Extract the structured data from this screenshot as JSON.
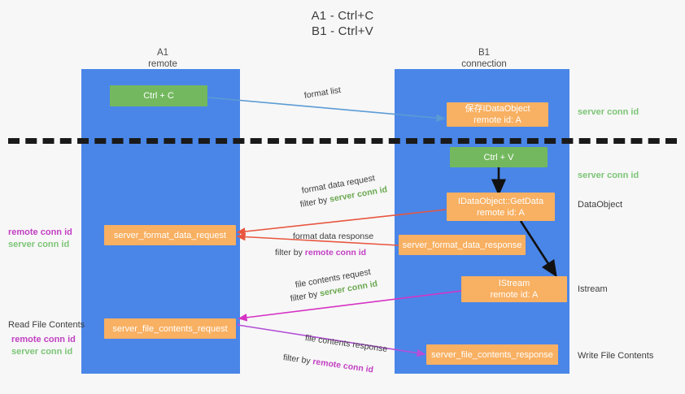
{
  "title": {
    "line1": "A1 - Ctrl+C",
    "line2": "B1 - Ctrl+V"
  },
  "columns": [
    {
      "id": "a1",
      "name": "A1",
      "role": "remote"
    },
    {
      "id": "b1",
      "name": "B1",
      "role": "connection"
    }
  ],
  "nodes": {
    "ctrl_c": {
      "label": "Ctrl + C",
      "color": "#73b85e"
    },
    "save_idataobject": {
      "label": "保存IDataObject",
      "sub": "remote id: A",
      "color": "#f8b062"
    },
    "ctrl_v": {
      "label": "Ctrl + V",
      "color": "#73b85e"
    },
    "idataobject_getdata": {
      "label": "IDataObject::GetData",
      "sub": "remote id: A",
      "color": "#f8b062"
    },
    "server_format_data_request": {
      "label": "server_format_data_request",
      "color": "#f8b062"
    },
    "server_format_data_response": {
      "label": "server_format_data_response",
      "color": "#f8b062"
    },
    "istream": {
      "label": "IStream",
      "sub": "remote id: A",
      "color": "#f8b062"
    },
    "server_file_contents_request": {
      "label": "server_file_contents_request",
      "color": "#f8b062"
    },
    "server_file_contents_response": {
      "label": "server_file_contents_response",
      "color": "#f8b062"
    }
  },
  "edges": {
    "format_list": {
      "label": "format list",
      "color": "#5b9bd5"
    },
    "format_data_request": {
      "label": "format data request",
      "filter_prefix": "filter by",
      "filter_key": "server conn id",
      "color": "#e8563f"
    },
    "format_data_response": {
      "label": "format data response",
      "filter_prefix": "filter by",
      "filter_key": "remote conn id",
      "color": "#e8563f"
    },
    "file_contents_request": {
      "label": "file contents request",
      "filter_prefix": "filter by",
      "filter_key": "server conn id",
      "color": "#d633c4"
    },
    "file_contents_response": {
      "label": "file contents response",
      "filter_prefix": "filter by",
      "filter_key": "remote conn id",
      "color": "#b44fd8"
    }
  },
  "annotations": {
    "right": [
      {
        "id": "server-conn-id-top",
        "text": "server conn id",
        "style": "green"
      },
      {
        "id": "server-conn-id-mid",
        "text": "server conn id",
        "style": "green"
      },
      {
        "id": "dataobject-label",
        "text": "DataObject",
        "style": "plain"
      },
      {
        "id": "istream-label",
        "text": "Istream",
        "style": "plain"
      },
      {
        "id": "write-file-contents",
        "text": "Write File Contents",
        "style": "plain"
      }
    ],
    "left": [
      {
        "id": "left-conn-ids-upper-remote",
        "text": "remote conn id",
        "style": "purple"
      },
      {
        "id": "left-conn-ids-upper-server",
        "text": "server conn id",
        "style": "green"
      },
      {
        "id": "read-file-contents",
        "text": "Read File Contents",
        "style": "plain"
      },
      {
        "id": "left-conn-ids-lower-remote",
        "text": "remote conn id",
        "style": "purple"
      },
      {
        "id": "left-conn-ids-lower-server",
        "text": "server conn id",
        "style": "green"
      }
    ]
  },
  "colors": {
    "lane": "#4a86e8",
    "green_node": "#73b85e",
    "orange_node": "#f8b062",
    "background": "#f7f7f7",
    "divider": "#1a1a1a",
    "green_text": "#7cc576",
    "purple_text": "#c23fc2"
  }
}
